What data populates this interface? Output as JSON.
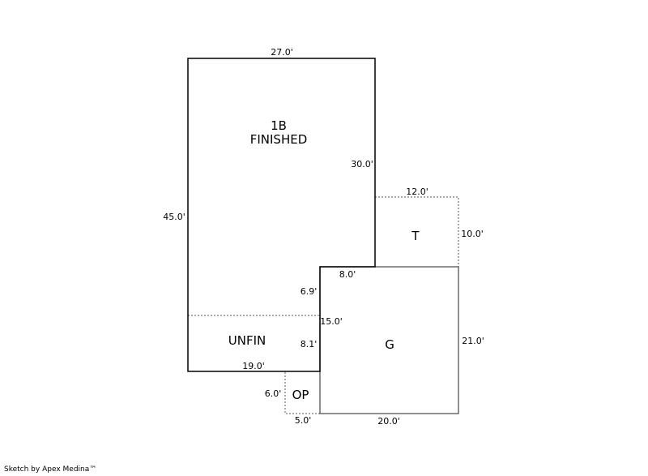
{
  "areas": {
    "main_name": "1B",
    "main_sub": "FINISHED",
    "unfin": "UNFIN",
    "garage": "G",
    "terrace": "T",
    "open_porch": "OP"
  },
  "dimensions": {
    "main_top": "27.0'",
    "main_left": "45.0'",
    "main_right_upper": "30.0'",
    "t_top": "12.0'",
    "t_right": "10.0'",
    "step_horizontal": "8.0'",
    "step_upper": "6.9'",
    "step_total": "15.0'",
    "step_lower": "8.1'",
    "unfin_bottom": "19.0'",
    "g_right": "21.0'",
    "g_bottom": "20.0'",
    "op_left": "6.0'",
    "op_bottom": "5.0'"
  },
  "footer": {
    "credit": "Sketch by Apex Medina™"
  }
}
